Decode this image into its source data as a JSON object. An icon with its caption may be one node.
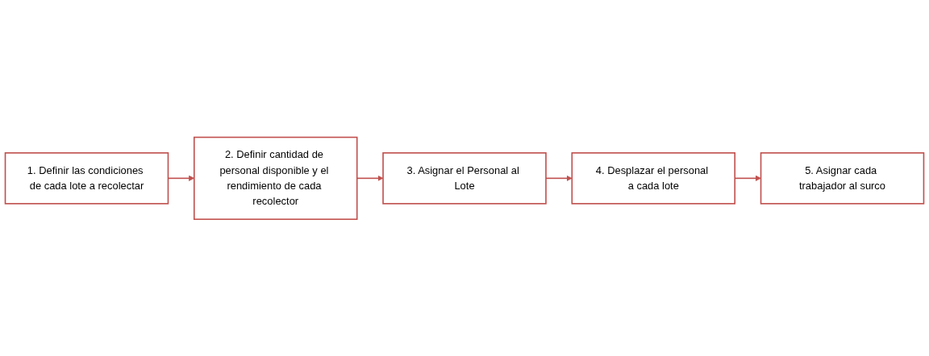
{
  "diagram": {
    "nodes": [
      {
        "text": [
          "1. Definir las condiciones de cada lote a recolectar"
        ]
      },
      {
        "text": [
          "2. Definir cantidad de personal disponible y el rendimiento de cada recolector"
        ]
      },
      {
        "text": [
          "3. Asignar el Personal al Lote"
        ]
      },
      {
        "text": [
          "4. Desplazar el personal a cada lote"
        ]
      },
      {
        "text": [
          "5. Asignar cada trabajador al surco"
        ]
      }
    ],
    "edges": [
      {
        "from": 0,
        "to": 1,
        "arrow": "to"
      },
      {
        "from": 1,
        "to": 2,
        "arrow": "to"
      },
      {
        "from": 2,
        "to": 3,
        "arrow": "to"
      },
      {
        "from": 3,
        "to": 4,
        "arrow": "to"
      }
    ]
  }
}
